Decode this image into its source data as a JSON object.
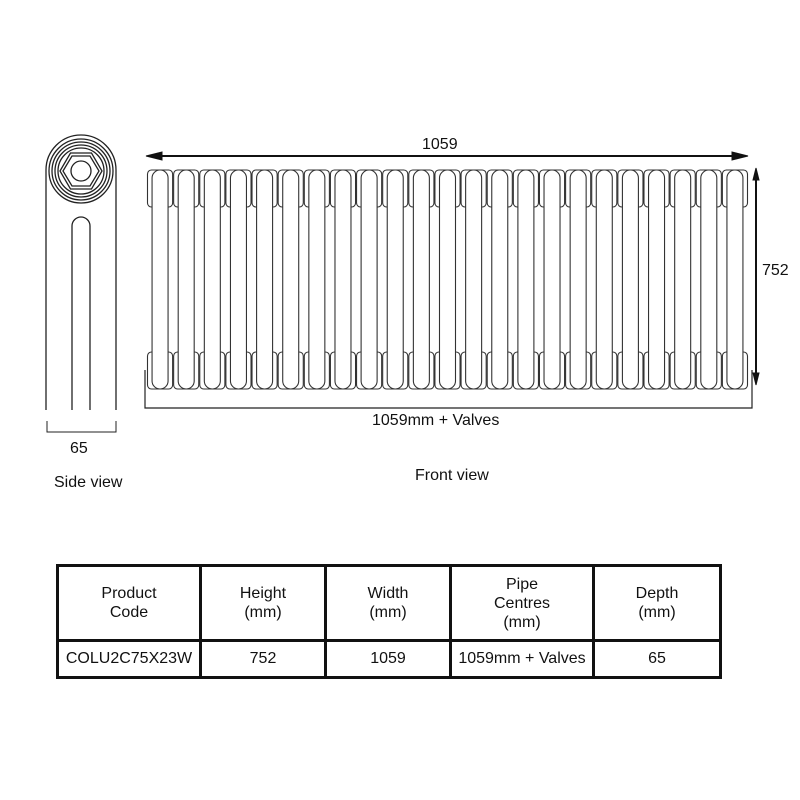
{
  "drawing": {
    "side_view": {
      "caption": "Side view",
      "depth_dimension": "65"
    },
    "front_view": {
      "caption": "Front view",
      "width_dimension": "1059",
      "height_dimension": "752",
      "pipe_centres_dimension": "1059mm + Valves",
      "section_count": 23
    }
  },
  "spec_table": {
    "headers": [
      {
        "lines": [
          "Product",
          "Code"
        ]
      },
      {
        "lines": [
          "Height",
          "(mm)"
        ]
      },
      {
        "lines": [
          "Width",
          "(mm)"
        ]
      },
      {
        "lines": [
          "Pipe",
          "Centres",
          "(mm)"
        ]
      },
      {
        "lines": [
          "Depth",
          "(mm)"
        ]
      }
    ],
    "rows": [
      [
        "COLU2C75X23W",
        "752",
        "1059",
        "1059mm + Valves",
        "65"
      ]
    ]
  },
  "colors": {
    "line": "#111111",
    "background": "#ffffff"
  }
}
